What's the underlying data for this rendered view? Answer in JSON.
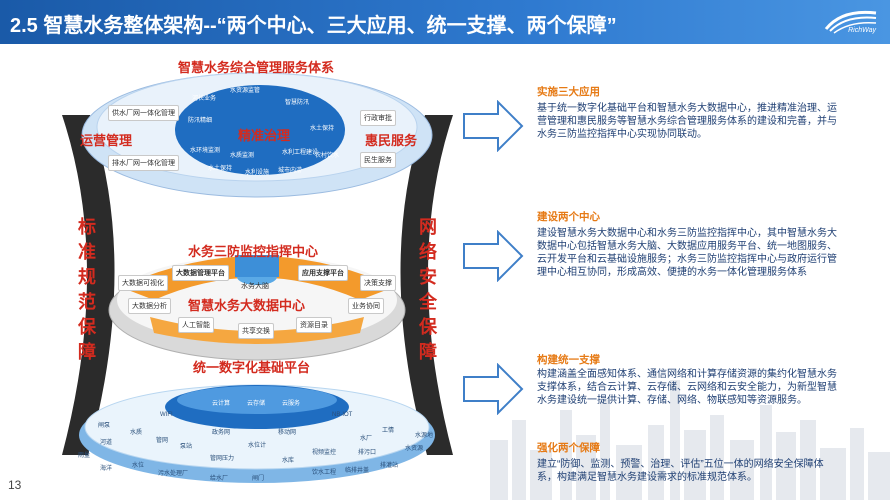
{
  "header": {
    "title": "2.5 智慧水务整体架构--“两个中心、三大应用、统一支撑、两个保障”",
    "logo_text": "RichWay"
  },
  "page_number": "13",
  "diagram": {
    "top_title": "智慧水务综合管理服务体系",
    "left_app": "运营管理",
    "center_app": "精准治理",
    "right_app": "惠民服务",
    "left_items": [
      "供水厂网一体化管理",
      "排水厂网一体化管理"
    ],
    "right_items": [
      "行政审批",
      "民生服务"
    ],
    "center_items": [
      "河长业务",
      "水资源监管",
      "智慧防汛",
      "防汛精细",
      "水土保持",
      "水环境监测",
      "水质监测",
      "水利工程建设",
      "农村饮水",
      "水利设施",
      "水土保持",
      "城市内涝"
    ],
    "middle_title1": "水务三防监控指挥中心",
    "middle_title2": "智慧水务大数据中心",
    "mid_box_left": "大数据管理平台",
    "mid_box_center": "水务大脑",
    "mid_box_right": "应用支撑平台",
    "mid_left_items": [
      "大数据可视化",
      "大数据分析"
    ],
    "mid_right_items": [
      "决策支撑",
      "业务协同"
    ],
    "mid_bottom_items": [
      "人工智能",
      "共享交换",
      "资源目录"
    ],
    "base_title": "统一数字化基础平台",
    "cloud_items": [
      "云计算",
      "云存储",
      "云服务"
    ],
    "net_items": [
      "WIFI",
      "政务网",
      "移动网",
      "NB-IOT"
    ],
    "base_items": [
      "闸泵",
      "水质",
      "泵站",
      "水厂",
      "工情",
      "水源地",
      "管网",
      "河道",
      "雨量",
      "海洋",
      "水位",
      "排污口",
      "视频监控",
      "水资源",
      "水位计",
      "饮水工程",
      "管网压力",
      "临排井盖",
      "污水处理厂",
      "给水厂",
      "闸门",
      "水库",
      "排灌站"
    ],
    "left_vertical": "标准规范保障",
    "right_vertical": "网络安全保障"
  },
  "sections": [
    {
      "title": "实施三大应用",
      "body": "基于统一数字化基础平台和智慧水务大数据中心，推进精准治理、运营管理和惠民服务等智慧水务综合管理服务体系的建设和完善，并与水务三防监控指挥中心实现协同联动。"
    },
    {
      "title": "建设两个中心",
      "body": "建设智慧水务大数据中心和水务三防监控指挥中心，其中智慧水务大数据中心包括智慧水务大脑、大数据应用服务平台、统一地图服务、云开发平台和云基础设施服务；水务三防监控指挥中心与政府运行管理中心相互协同，形成高效、便捷的水务一体化管理服务体系"
    },
    {
      "title": "构建统一支撑",
      "body": "构建涵盖全面感知体系、通信网络和计算存储资源的集约化智慧水务支撑体系，结合云计算、云存储、云网络和云安全能力，为新型智慧水务建设统一提供计算、存储、网络、物联感知等资源服务。"
    },
    {
      "title": "强化两个保障",
      "body": "建立“防御、监测、预警、治理、评估”五位一体的网络安全保障体系，构建满足智慧水务建设需求的标准规范体系。"
    }
  ]
}
